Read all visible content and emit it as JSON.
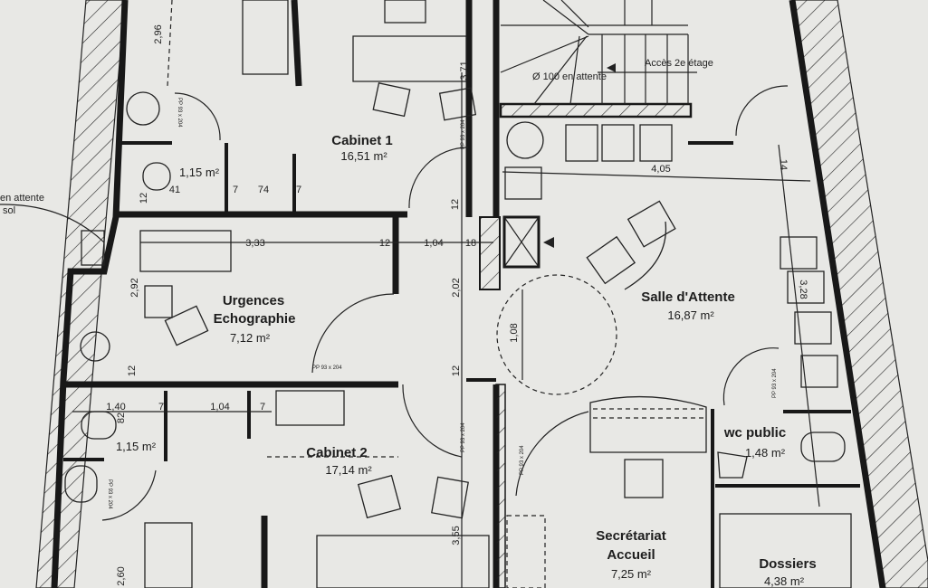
{
  "plan": {
    "rooms": [
      {
        "name": "Cabinet 1",
        "area": "16,51 m²"
      },
      {
        "name": "Urgences",
        "name2": "Echographie",
        "area": "7,12 m²"
      },
      {
        "name": "Cabinet 2",
        "area": "17,14 m²"
      },
      {
        "name": "Salle d'Attente",
        "area": "16,87 m²"
      },
      {
        "name": "wc public",
        "area": "1,48 m²"
      },
      {
        "name": "Secrétariat",
        "name2": "Accueil",
        "area": "7,25 m²"
      },
      {
        "name": "Dossiers",
        "area": "4,38 m²"
      }
    ],
    "small_areas": [
      "1,15 m²",
      "1,15 m²"
    ],
    "notes": {
      "stairs": "Accès 2e étage",
      "pipe": "Ø 100 en attente",
      "attente_1": "en attente",
      "attente_2": "sol"
    },
    "dimensions": [
      "2,96",
      "3,71",
      "4,05",
      "14",
      "3,33",
      "12",
      "1,04",
      "18",
      "2,92",
      "2,02",
      "1,08",
      "3,28",
      "12",
      "12",
      "1,40",
      "1,04",
      "7",
      "7",
      "82",
      "3,55",
      "2,60",
      "74",
      "7",
      "7",
      "41",
      "12",
      "12"
    ],
    "door_label": "PP 93 x 204"
  }
}
